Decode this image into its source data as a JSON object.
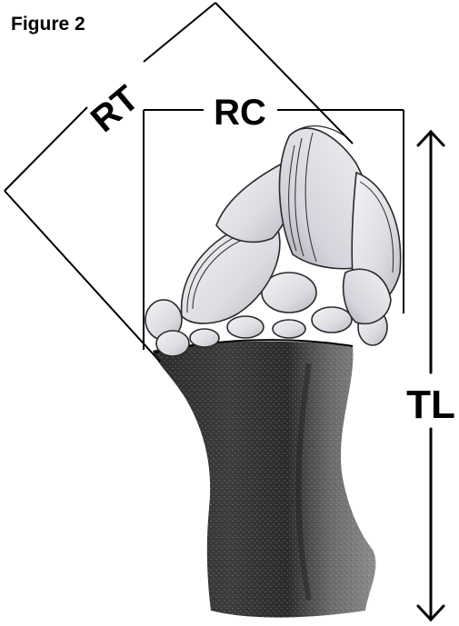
{
  "figure": {
    "title": "Figure 2",
    "labels": {
      "rt": "RT",
      "rc": "RC",
      "tl": "TL"
    }
  }
}
